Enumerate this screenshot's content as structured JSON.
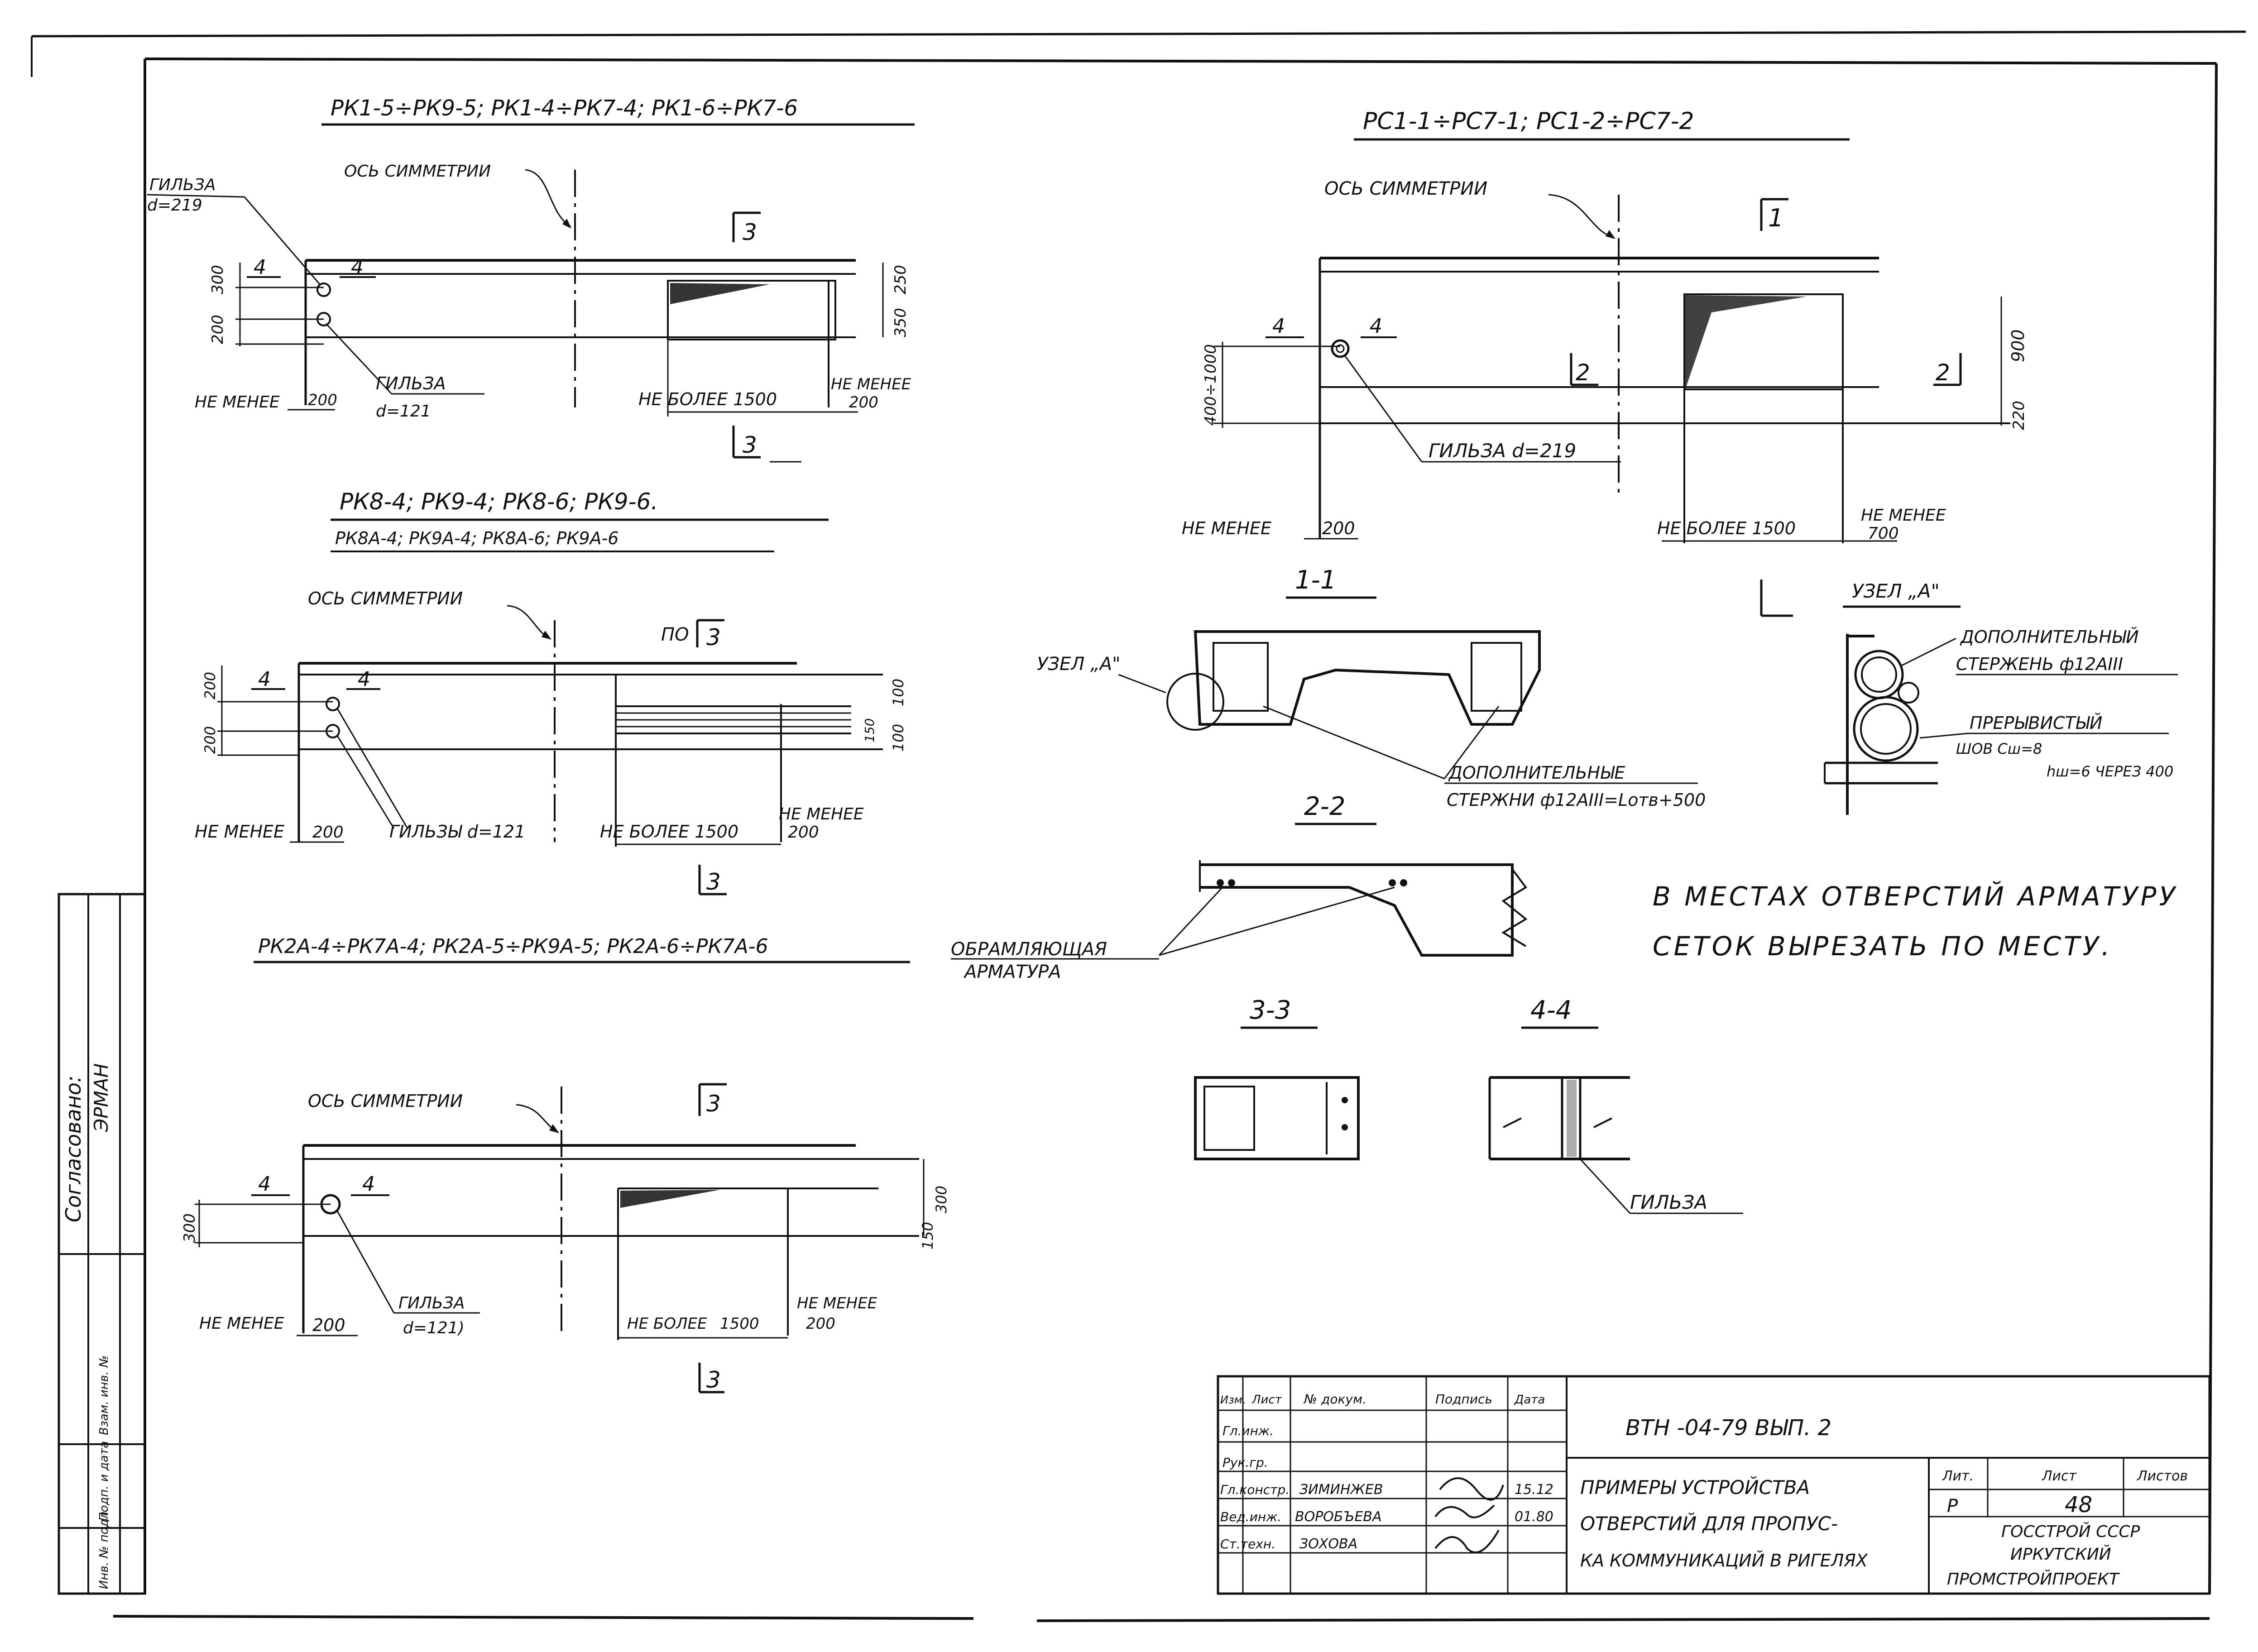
{
  "titles": {
    "top_left": "РК1-5÷РК9-5; РК1-4÷РК7-4; РК1-6÷РК7-6",
    "mid_left_1": "РК8-4; РК9-4; РК8-6; РК9-6.",
    "mid_left_2": "РК8А-4; РК9А-4; РК8А-6; РК9А-6",
    "bottom_left": "РК2А-4÷РК7А-4; РК2А-5÷РК9А-5; РК2А-6÷РК7А-6",
    "top_right": "РС1-1÷РС7-1;  РС1-2÷РС7-2"
  },
  "labels": {
    "axis": "ОСЬ СИММЕТРИИ",
    "sleeve": "ГИЛЬЗА",
    "sleeve_d219": "ГИЛЬЗА d=219",
    "sleeve_d121": "ГИЛЬЗЫ d=121",
    "d219": "d=219",
    "d121": "d=121",
    "d121b": "d=121)",
    "not_less": "НЕ МЕНЕЕ",
    "not_more": "НЕ БОЛЕЕ",
    "not_more_1500": "НЕ БОЛЕЕ 1500",
    "cut_po": "ПО",
    "node_a": "УЗЕЛ „А\"",
    "extra_bar": "ДОПОЛНИТЕЛЬНЫЙ",
    "extra_bar_2": "СТЕРЖЕНЬ ф12АIII",
    "intermittent_weld": "ПРЕРЫВИСТЫЙ",
    "weld_2": "ШОВ Сш=8",
    "weld_3": "hш=6 ЧЕРЕЗ 400",
    "extra_bars": "ДОПОЛНИТЕЛЬНЫЕ",
    "extra_bars_2": "СТЕРЖНИ ф12АIII=Lотв+500",
    "framing": "ОБРАМЛЯЮЩАЯ",
    "framing_2": "АРМАТУРА"
  },
  "sections": {
    "s11": "1-1",
    "s22": "2-2",
    "s33": "3-3",
    "s44": "4-4",
    "c1": "1",
    "c2": "2",
    "c3": "3",
    "c4": "4"
  },
  "dims": {
    "d200": "200",
    "d300": "300",
    "d250": "250",
    "d350": "350",
    "d900": "900",
    "d220": "220",
    "d400_1000": "400÷1000",
    "d100": "100",
    "d150": "150",
    "d1500": "1500",
    "d700": "700",
    "d200b": "200"
  },
  "note": {
    "line1": "В МЕСТАХ  ОТВЕРСТИЙ  АРМАТУРУ",
    "line2": "СЕТОК  ВЫРЕЗАТЬ  ПО  МЕСТУ."
  },
  "side_stamp": {
    "agreed": "Согласовано:",
    "name": "ЭРМАН",
    "inv": "Инв. № подл.",
    "sign_date": "Подп. и дата",
    "vz_inv": "Взам. инв. №"
  },
  "title_block": {
    "code": "ВТН       -04-79   ВЫП. 2",
    "columns": [
      "Изм.",
      "Лист",
      "№ докум.",
      "Подпись",
      "Дата"
    ],
    "rows": [
      [
        "Гл.инж.",
        ""
      ],
      [
        "Рук.гр.",
        ""
      ],
      [
        "Гл.констр.",
        "ЗИМИНЖЕВ"
      ],
      [
        "Вед.инж.",
        "ВОРОБЪЕВА"
      ],
      [
        "Ст.техн.",
        "ЗОХОВА"
      ]
    ],
    "dates": [
      "15.12",
      "01.80"
    ],
    "description_1": "ПРИМЕРЫ  УСТРОЙСТВА",
    "description_2": "ОТВЕРСТИЙ ДЛЯ ПРОПУС-",
    "description_3": "КА КОММУНИКАЦИЙ В РИГЕЛЯХ",
    "stage_label": "Лит.",
    "sheet_label": "Лист",
    "sheets_label": "Листов",
    "stage": "Р",
    "sheet": "48",
    "org1": "ГОССТРОЙ СССР",
    "org2": "ИРКУТСКИЙ",
    "org3": "ПРОМСТРОЙПРОЕКТ"
  }
}
